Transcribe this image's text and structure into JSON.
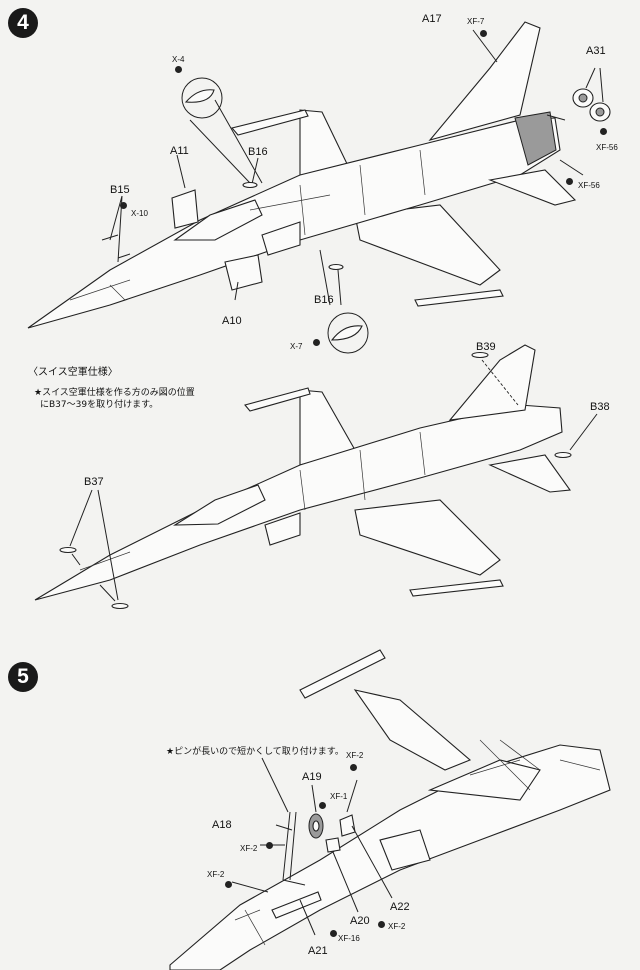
{
  "steps": [
    {
      "number": "4",
      "labels": {
        "a17": "A17",
        "xf7": "XF-7",
        "a31": "A31",
        "xf56a": "XF-56",
        "xf56b": "XF-56",
        "x4": "X-4",
        "a11": "A11",
        "b16a": "B16",
        "b15": "B15",
        "x10": "X-10",
        "a10": "A10",
        "b16b": "B16",
        "x7": "X-7"
      }
    },
    {
      "variant_heading": "〈スイス空軍仕様〉",
      "note_line1": "★スイス空軍仕様を作る方のみ図の位置",
      "note_line2": "にB37～39を取り付けます。",
      "labels": {
        "b39": "B39",
        "b38": "B38",
        "b37": "B37"
      }
    },
    {
      "number": "5",
      "note": "★ピンが長いので短かくして取り付けます。",
      "labels": {
        "xf2a": "XF-2",
        "a19": "A19",
        "xf1": "XF-1",
        "a18": "A18",
        "xf2b": "XF-2",
        "xf2c": "XF-2",
        "a22": "A22",
        "a20": "A20",
        "xf2d": "XF-2",
        "xf16": "XF-16",
        "a21": "A21"
      }
    }
  ],
  "colors": {
    "ink": "#111111",
    "page": "#f3f3f1",
    "tone": "#9a9a9a"
  },
  "icons": [
    "paint-dot-icon",
    "step-number-badge"
  ]
}
